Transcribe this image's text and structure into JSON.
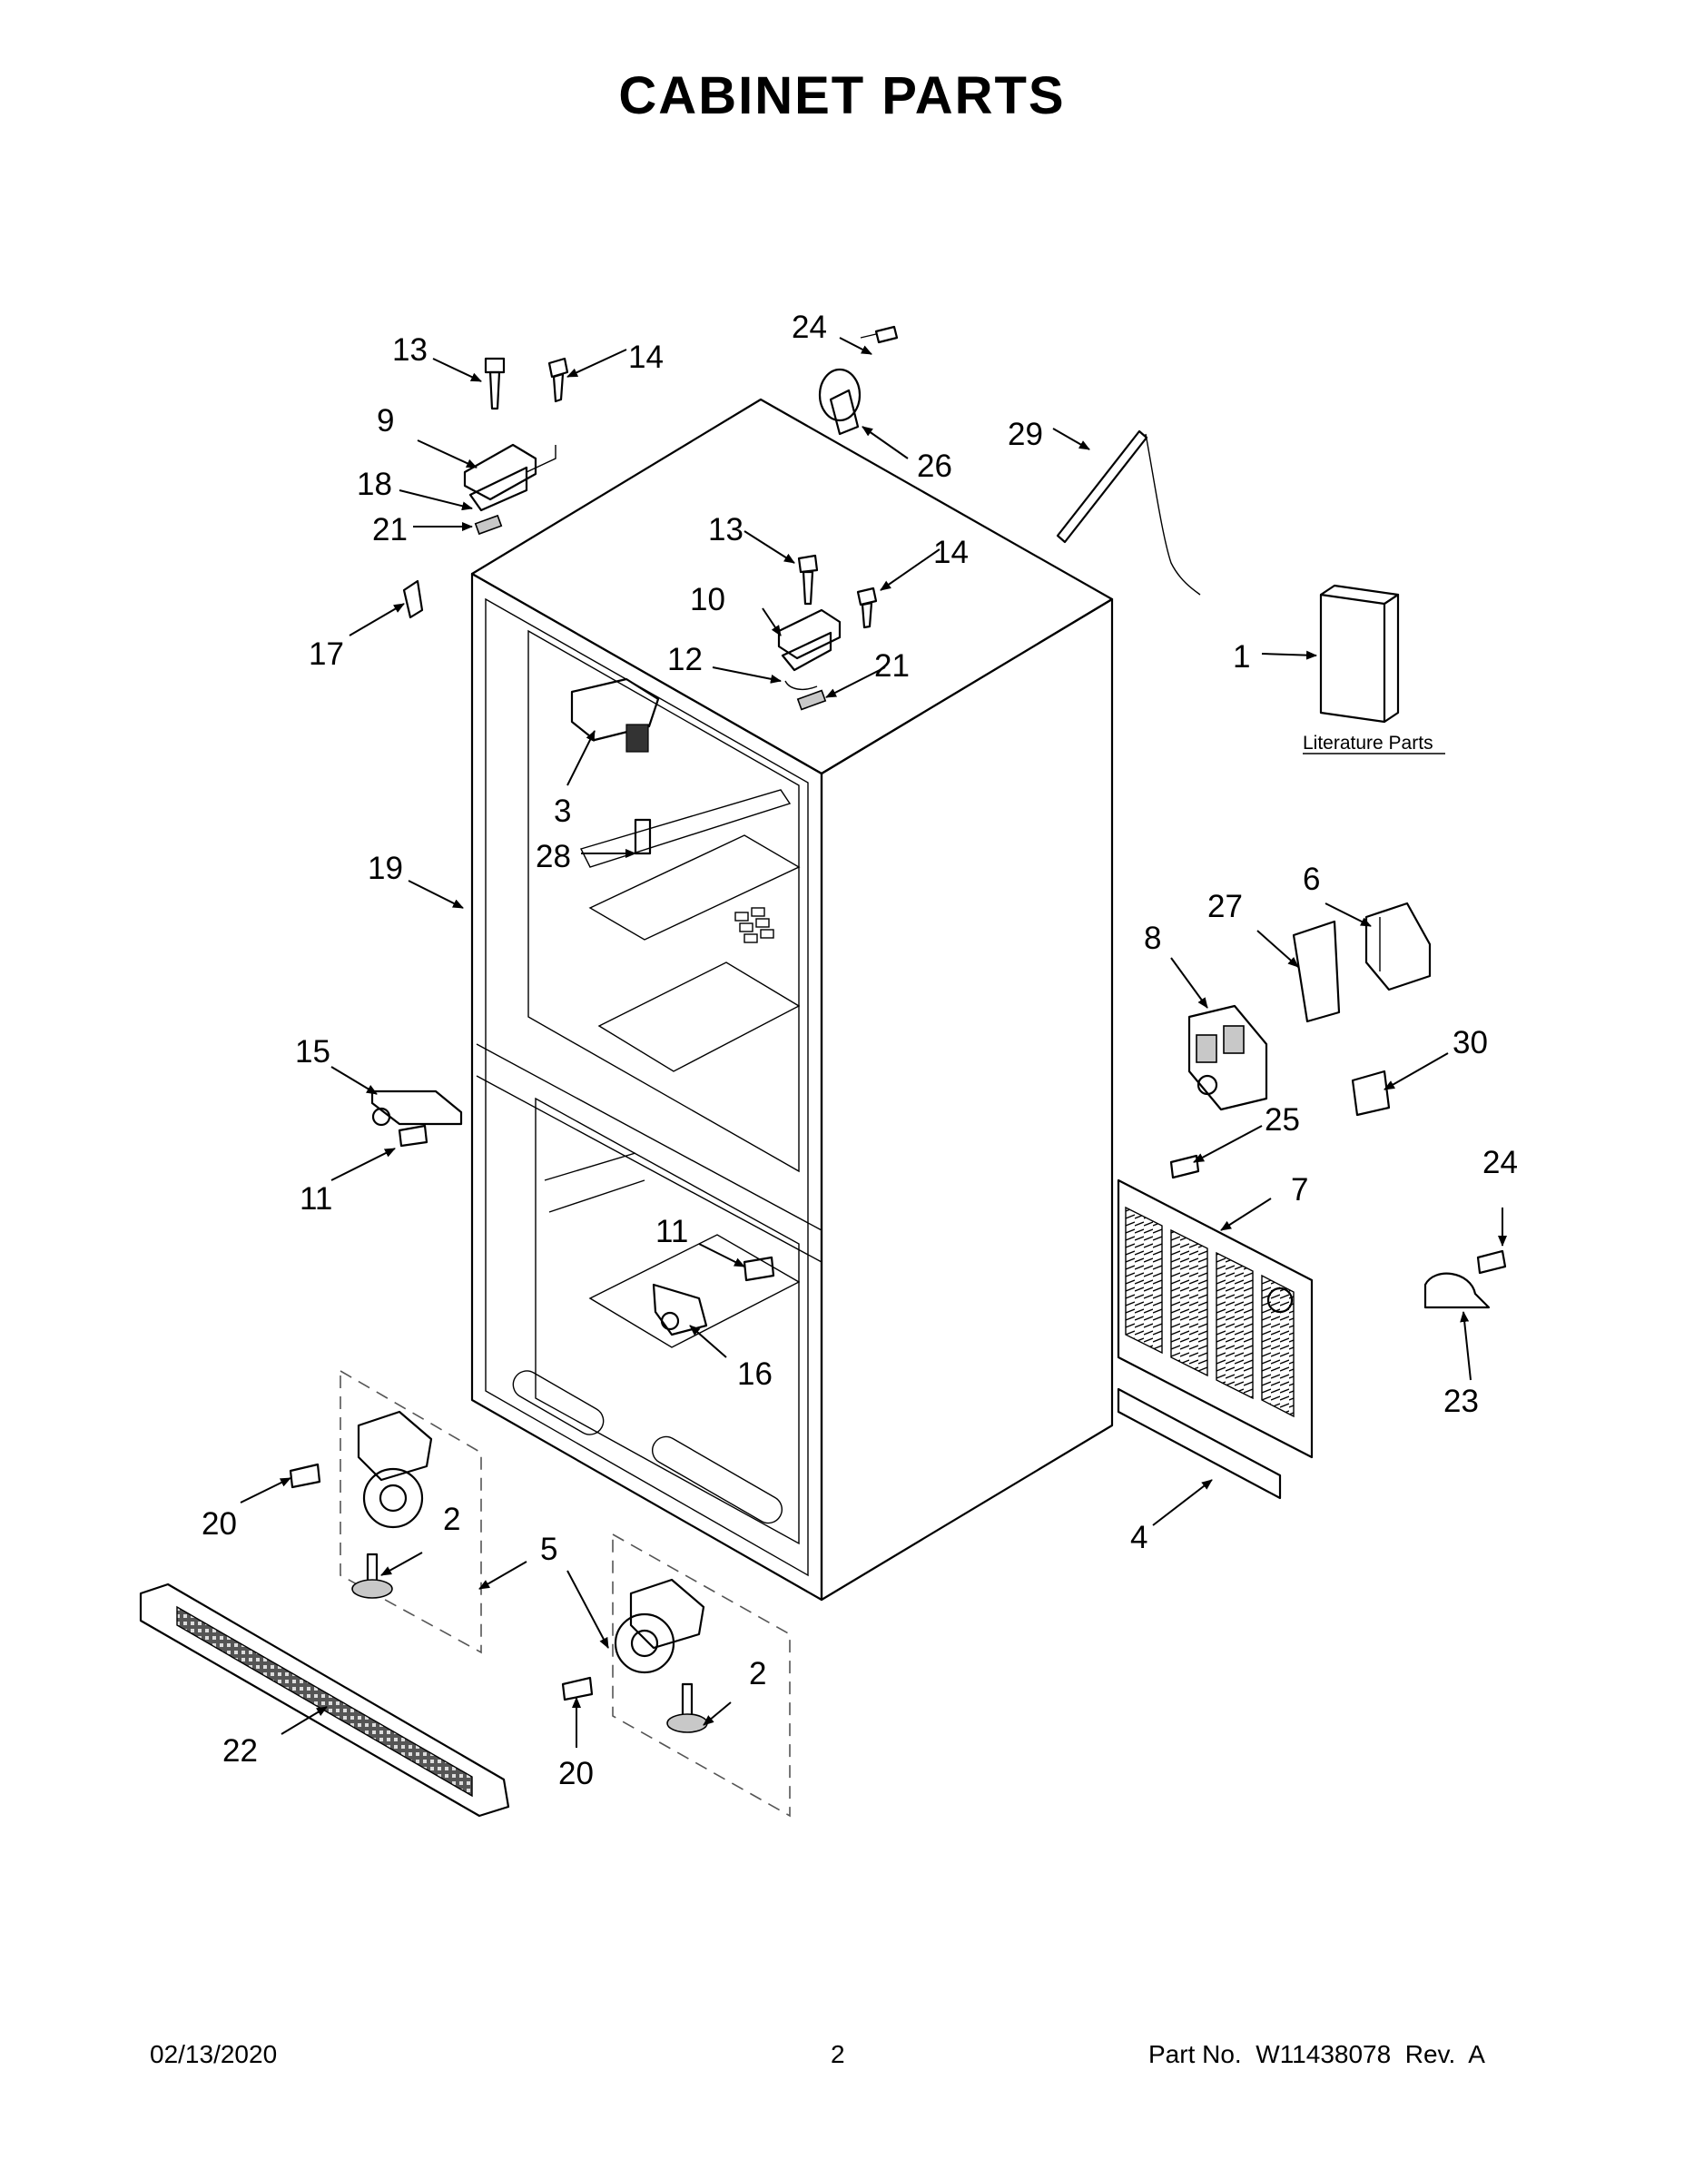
{
  "title": "CABINET PARTS",
  "footer": {
    "date": "02/13/2020",
    "page": "2",
    "part_no": "Part No.  W11438078  Rev.  A"
  },
  "literature_label": "Literature Parts",
  "callouts": [
    "13",
    "14",
    "9",
    "18",
    "21",
    "17",
    "24",
    "26",
    "29",
    "13",
    "14",
    "10",
    "12",
    "21",
    "1",
    "3",
    "28",
    "19",
    "27",
    "6",
    "8",
    "15",
    "30",
    "11",
    "25",
    "24",
    "7",
    "11",
    "16",
    "23",
    "20",
    "2",
    "5",
    "4",
    "22",
    "2",
    "20"
  ]
}
